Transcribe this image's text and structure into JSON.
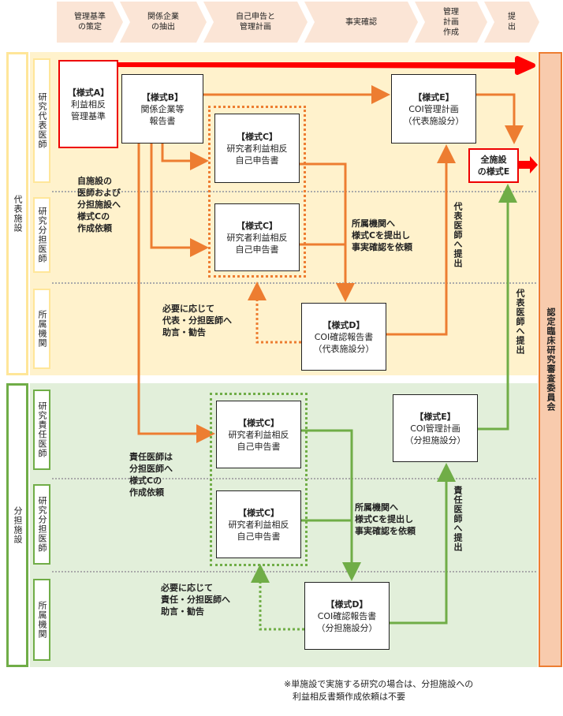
{
  "steps": [
    "管理基準\nの策定",
    "関係企業\nの抽出",
    "自己申告と\n管理計画",
    "事実確認",
    "管理\n計画\n作成",
    "提\n出"
  ],
  "sections": {
    "rep": "代表施設",
    "branch": "分担施設"
  },
  "lanes": {
    "rep_pi": "研究代表医師",
    "rep_sub": "研究分担医師",
    "rep_inst": "所属機関",
    "br_pi": "研究責任医師",
    "br_sub": "研究分担医師",
    "br_inst": "所属機関"
  },
  "committee": "認定臨床研究審査委員会",
  "boxes": {
    "a": {
      "title": "【様式A】",
      "line1": "利益相反",
      "line2": "管理基準"
    },
    "b": {
      "title": "【様式B】",
      "line1": "関係企業等",
      "line2": "報告書"
    },
    "c1": {
      "title": "【様式C】",
      "line1": "研究者利益相反",
      "line2": "自己申告書"
    },
    "c2": {
      "title": "【様式C】",
      "line1": "研究者利益相反",
      "line2": "自己申告書"
    },
    "c3": {
      "title": "【様式C】",
      "line1": "研究者利益相反",
      "line2": "自己申告書"
    },
    "c4": {
      "title": "【様式C】",
      "line1": "研究者利益相反",
      "line2": "自己申告書"
    },
    "d1": {
      "title": "【様式D】",
      "line1": "COI確認報告書",
      "line2": "（代表施設分）"
    },
    "d2": {
      "title": "【様式D】",
      "line1": "COI確認報告書",
      "line2": "（分担施設分）"
    },
    "e1": {
      "title": "【様式E】",
      "line1": "COI管理計画",
      "line2": "（代表施設分）"
    },
    "e2": {
      "title": "【様式E】",
      "line1": "COI管理計画",
      "line2": "（分担施設分）"
    },
    "all": {
      "line1": "全施設",
      "line2": "の様式E"
    }
  },
  "notes": {
    "request_rep": "自施設の\n医師および\n分担施設へ\n様式Cの\n作成依頼",
    "submit_rep": "所属機関へ\n様式Cを提出し\n事実確認を依頼",
    "advice_rep": "必要に応じて\n代表・分担医師へ\n助言・勧告",
    "to_rep_doctor": "代表医師へ提出",
    "to_rep_doctor2": "代表医師へ提出",
    "request_branch": "責任医師は\n分担医師へ\n様式Cの\n作成依頼",
    "submit_branch": "所属機関へ\n様式Cを提出し\n事実確認を依頼",
    "advice_branch": "必要に応じて\n責任・分担医師へ\n助言・勧告",
    "to_resp_doctor": "責任医師へ提出"
  },
  "footnote": "※単施設で実施する研究の場合は、分担施設への\n　利益相反書類作成依頼は不要",
  "colors": {
    "orange": "#ed7d31",
    "green": "#70ad47",
    "red": "#ff0000",
    "rep_bg": "#fff2cc",
    "branch_bg": "#e2efda"
  }
}
